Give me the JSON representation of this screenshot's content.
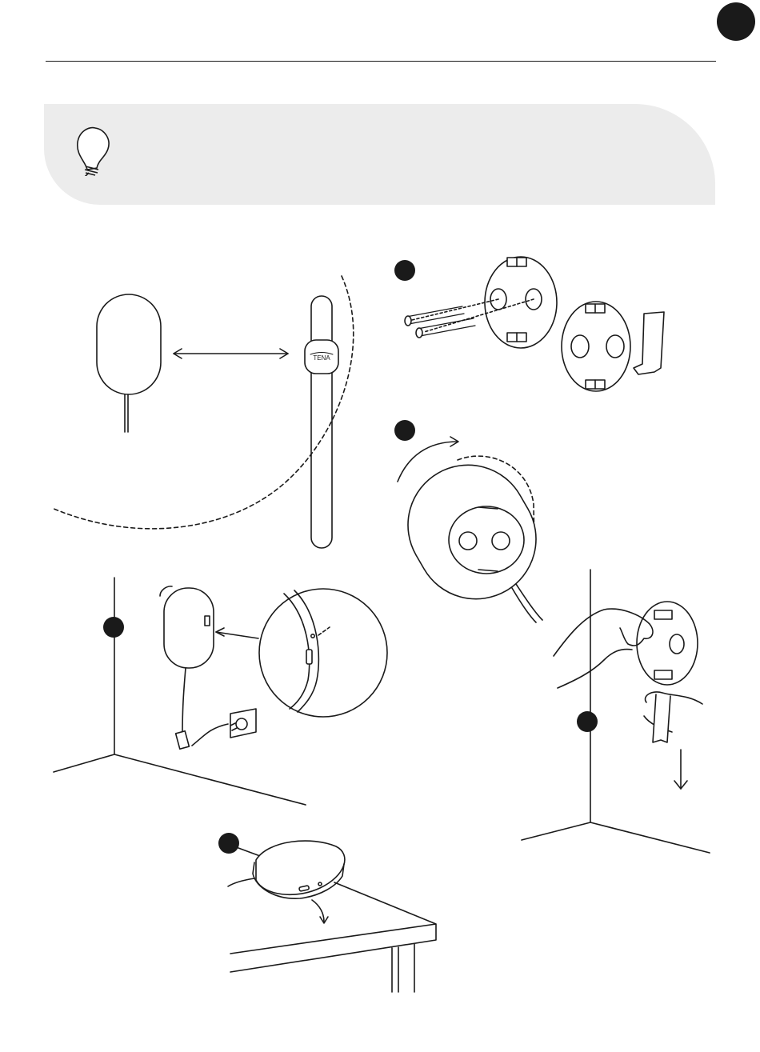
{
  "page": {
    "number": "",
    "tip_text": "",
    "brand_logo": "TENA"
  },
  "step_markers": [
    {
      "id": "step-marker-1",
      "label": ""
    },
    {
      "id": "step-marker-2",
      "label": ""
    },
    {
      "id": "step-marker-3",
      "label": ""
    },
    {
      "id": "step-marker-4",
      "label": ""
    },
    {
      "id": "step-marker-5",
      "label": ""
    }
  ],
  "icons": {
    "tip": "lightbulb-icon",
    "distance": "double-arrow-icon",
    "rotate": "rotate-arrow-icon",
    "pull": "down-arrow-icon"
  },
  "colors": {
    "ink": "#1a1a1a",
    "tip_background": "#ececec",
    "paper": "#ffffff"
  }
}
